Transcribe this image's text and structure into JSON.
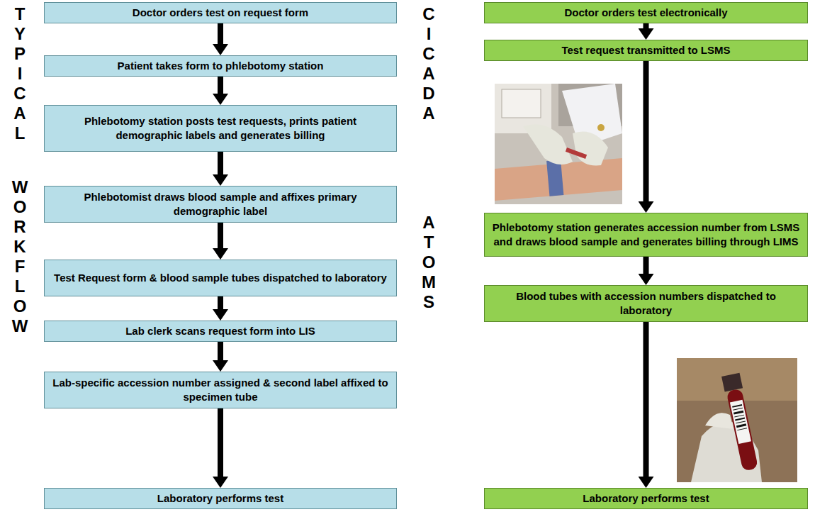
{
  "diagram": {
    "nodes": [
      {
        "text": [
          "Doctor orders test on request form"
        ]
      },
      {
        "text": [
          "Patient takes form to phlebotomy station"
        ]
      },
      {
        "text": [
          "Phlebotomy station posts test requests, prints patient demographic labels and generates billing"
        ]
      },
      {
        "text": [
          "Phlebotomist draws blood sample and affixes primary demographic label"
        ]
      },
      {
        "text": [
          "Test Request form & blood sample tubes dispatched to laboratory"
        ]
      },
      {
        "text": [
          "Lab clerk scans request form into LIS"
        ]
      },
      {
        "text": [
          "Lab-specific accession number assigned & second label affixed to specimen tube"
        ]
      },
      {
        "text": [
          "Laboratory performs test"
        ]
      },
      {
        "text": [
          "Doctor orders test electronically"
        ]
      },
      {
        "text": [
          "Test request transmitted to LSMS"
        ]
      },
      {
        "text": [
          "Phlebotomy station generates accession number from LSMS and draws blood sample and generates billing through LIMS"
        ]
      },
      {
        "text": [
          "Blood tubes with accession numbers dispatched to laboratory"
        ]
      },
      {
        "text": [
          "Laboratory performs test"
        ]
      }
    ],
    "edges": [
      {
        "from": 0,
        "to": 1,
        "arrow": "to"
      },
      {
        "from": 1,
        "to": 2,
        "arrow": "to"
      },
      {
        "from": 2,
        "to": 3,
        "arrow": "to"
      },
      {
        "from": 3,
        "to": 4,
        "arrow": "to"
      },
      {
        "from": 4,
        "to": 5,
        "arrow": "to"
      },
      {
        "from": 5,
        "to": 6,
        "arrow": "to"
      },
      {
        "from": 6,
        "to": 7,
        "arrow": "to"
      },
      {
        "from": 8,
        "to": 9,
        "arrow": "to"
      },
      {
        "from": 9,
        "to": 10,
        "arrow": "to"
      },
      {
        "from": 10,
        "to": 11,
        "arrow": "to"
      },
      {
        "from": 11,
        "to": 12,
        "arrow": "to"
      }
    ],
    "labels": [
      "TYPICAL",
      "WORKFLOW",
      "CICADA",
      "ATOMS"
    ]
  }
}
